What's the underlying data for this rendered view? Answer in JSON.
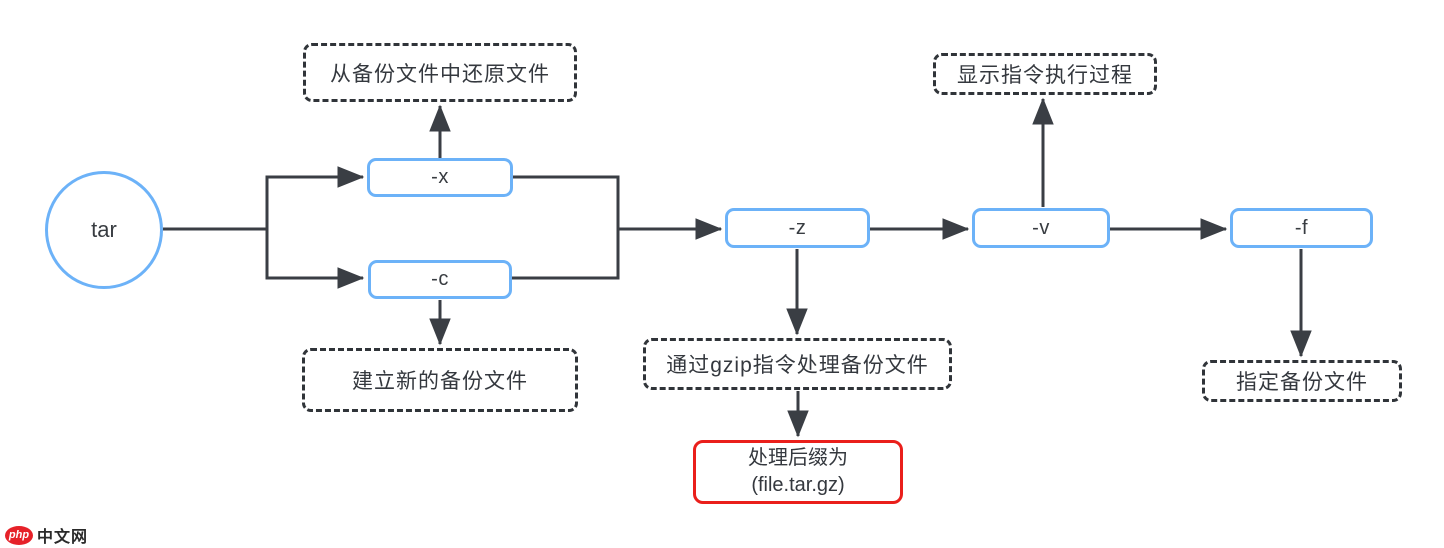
{
  "diagram": {
    "nodes": {
      "tar": {
        "label": "tar"
      },
      "x": {
        "label": "-x"
      },
      "c": {
        "label": "-c"
      },
      "z": {
        "label": "-z"
      },
      "v": {
        "label": "-v"
      },
      "f": {
        "label": "-f"
      }
    },
    "notes": {
      "restore": {
        "text": "从备份文件中还原文件"
      },
      "create": {
        "text": "建立新的备份文件"
      },
      "gzip": {
        "text": "通过gzip指令处理备份文件"
      },
      "show": {
        "text": "显示指令执行过程"
      },
      "specify": {
        "text": "指定备份文件"
      }
    },
    "result_note": {
      "line1": "处理后缀为",
      "line2": "(file.tar.gz)"
    },
    "edges": [
      {
        "from": "tar",
        "to": "-x"
      },
      {
        "from": "tar",
        "to": "-c"
      },
      {
        "from": "-x",
        "to": "-z"
      },
      {
        "from": "-c",
        "to": "-z"
      },
      {
        "from": "-z",
        "to": "-v"
      },
      {
        "from": "-v",
        "to": "-f"
      },
      {
        "from": "-x",
        "to": "从备份文件中还原文件"
      },
      {
        "from": "-c",
        "to": "建立新的备份文件"
      },
      {
        "from": "-z",
        "to": "通过gzip指令处理备份文件"
      },
      {
        "from": "通过gzip指令处理备份文件",
        "to": "处理后缀为 (file.tar.gz)"
      },
      {
        "from": "-v",
        "to": "显示指令执行过程"
      },
      {
        "from": "-f",
        "to": "指定备份文件"
      }
    ]
  },
  "watermark": {
    "badge": "php",
    "text": "中文网"
  },
  "colors": {
    "node_border": "#6cb2f8",
    "connector": "#3a3e44",
    "dashed_border": "#303439",
    "highlight_border": "#ea1f1b",
    "logo_red": "#e62129",
    "text": "#383c41",
    "background": "#ffffff"
  }
}
